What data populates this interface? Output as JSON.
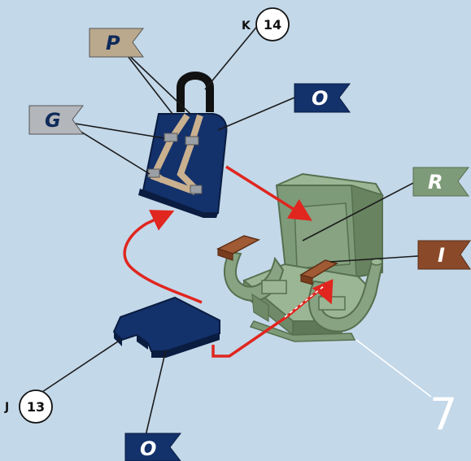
{
  "colors": {
    "background": "#c3d8e9",
    "part_blue": "#13316b",
    "seat_green": "#7e9b79",
    "armrest_brown": "#8a4a2a",
    "harness_tan": "#c9b08f",
    "arrow_red": "#e0261f",
    "leader_line": "#1a1a1a"
  },
  "flags": {
    "P": {
      "letter": "P",
      "color": "#bba98d"
    },
    "G": {
      "letter": "G",
      "color": "#b3b6ba"
    },
    "O_top": {
      "letter": "O",
      "color": "#13316b"
    },
    "R": {
      "letter": "R",
      "color": "#7e9b79"
    },
    "I": {
      "letter": "I",
      "color": "#8a4a2a"
    },
    "O_bottom": {
      "letter": "O",
      "color": "#13316b"
    }
  },
  "refs": {
    "k": {
      "letter": "K",
      "number": "14"
    },
    "j": {
      "letter": "J",
      "number": "13"
    }
  },
  "step_number": "7"
}
